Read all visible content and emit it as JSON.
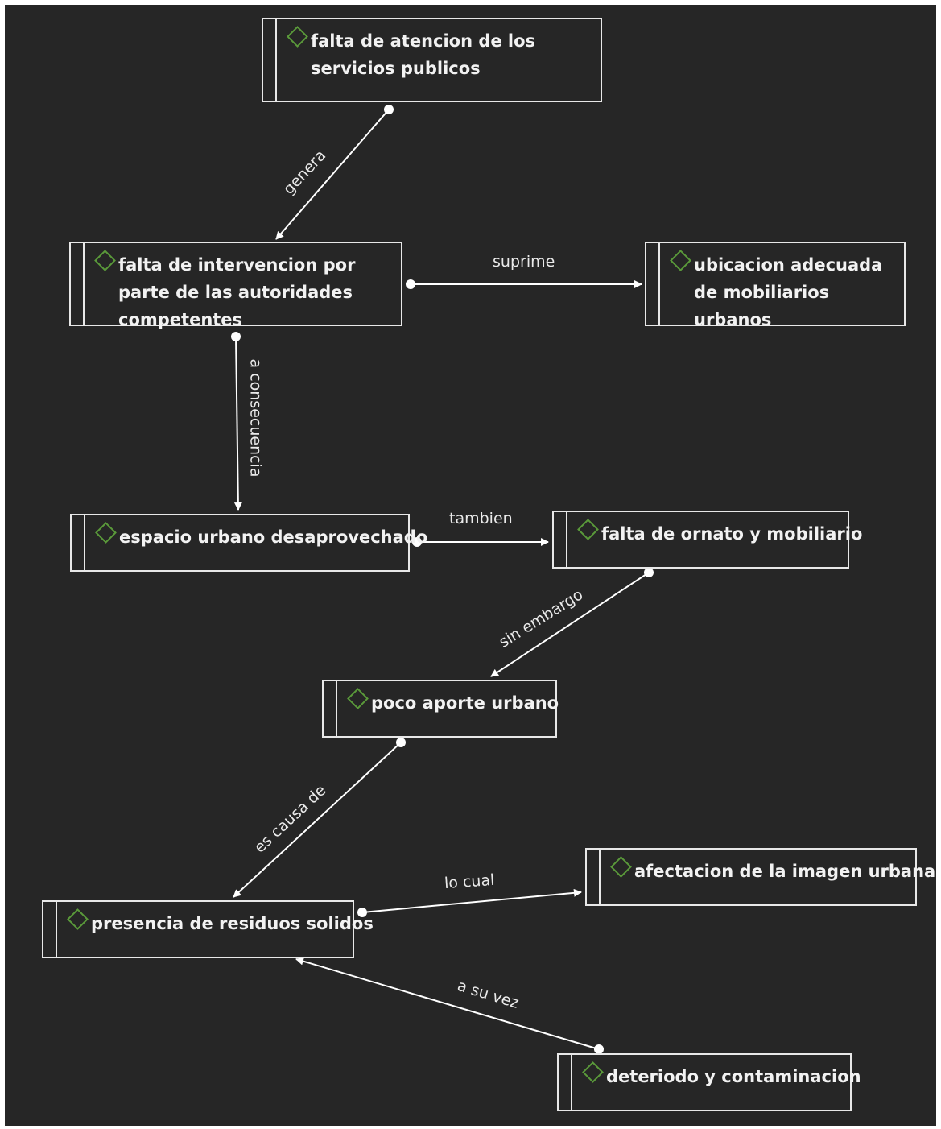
{
  "colors": {
    "canvas": "#262626",
    "line": "#ffffff",
    "box_border": "#e8e8e8",
    "diamond": "#5a9a3a",
    "text": "#f2f2f2"
  },
  "nodes": {
    "n1": {
      "label": "falta de atencion de los servicios publicos",
      "icon": "diamond-icon"
    },
    "n2": {
      "label": "falta de intervencion por parte de las autoridades competentes",
      "icon": "diamond-icon"
    },
    "n3": {
      "label": "ubicacion adecuada de mobiliarios urbanos",
      "icon": "diamond-icon"
    },
    "n4": {
      "label": "espacio urbano desaprovechado",
      "icon": "diamond-icon"
    },
    "n5": {
      "label": "falta de ornato y mobiliario",
      "icon": "diamond-icon"
    },
    "n6": {
      "label": "poco aporte urbano",
      "icon": "diamond-icon"
    },
    "n7": {
      "label": "presencia de residuos solidos",
      "icon": "diamond-icon"
    },
    "n8": {
      "label": "afectacion de la imagen urbana",
      "icon": "diamond-icon"
    },
    "n9": {
      "label": "deteriodo y contaminacion",
      "icon": "diamond-icon"
    }
  },
  "links": {
    "l1": {
      "from": "n1",
      "to": "n2",
      "label": "genera"
    },
    "l2": {
      "from": "n2",
      "to": "n3",
      "label": "suprime"
    },
    "l3": {
      "from": "n2",
      "to": "n4",
      "label": "a consecuencia"
    },
    "l4": {
      "from": "n4",
      "to": "n5",
      "label": "tambien"
    },
    "l5": {
      "from": "n5",
      "to": "n6",
      "label": "sin embargo"
    },
    "l6": {
      "from": "n6",
      "to": "n7",
      "label": "es causa de"
    },
    "l7": {
      "from": "n7",
      "to": "n8",
      "label": "lo cual"
    },
    "l8": {
      "from": "n9",
      "to": "n7",
      "label": "a su vez"
    }
  }
}
